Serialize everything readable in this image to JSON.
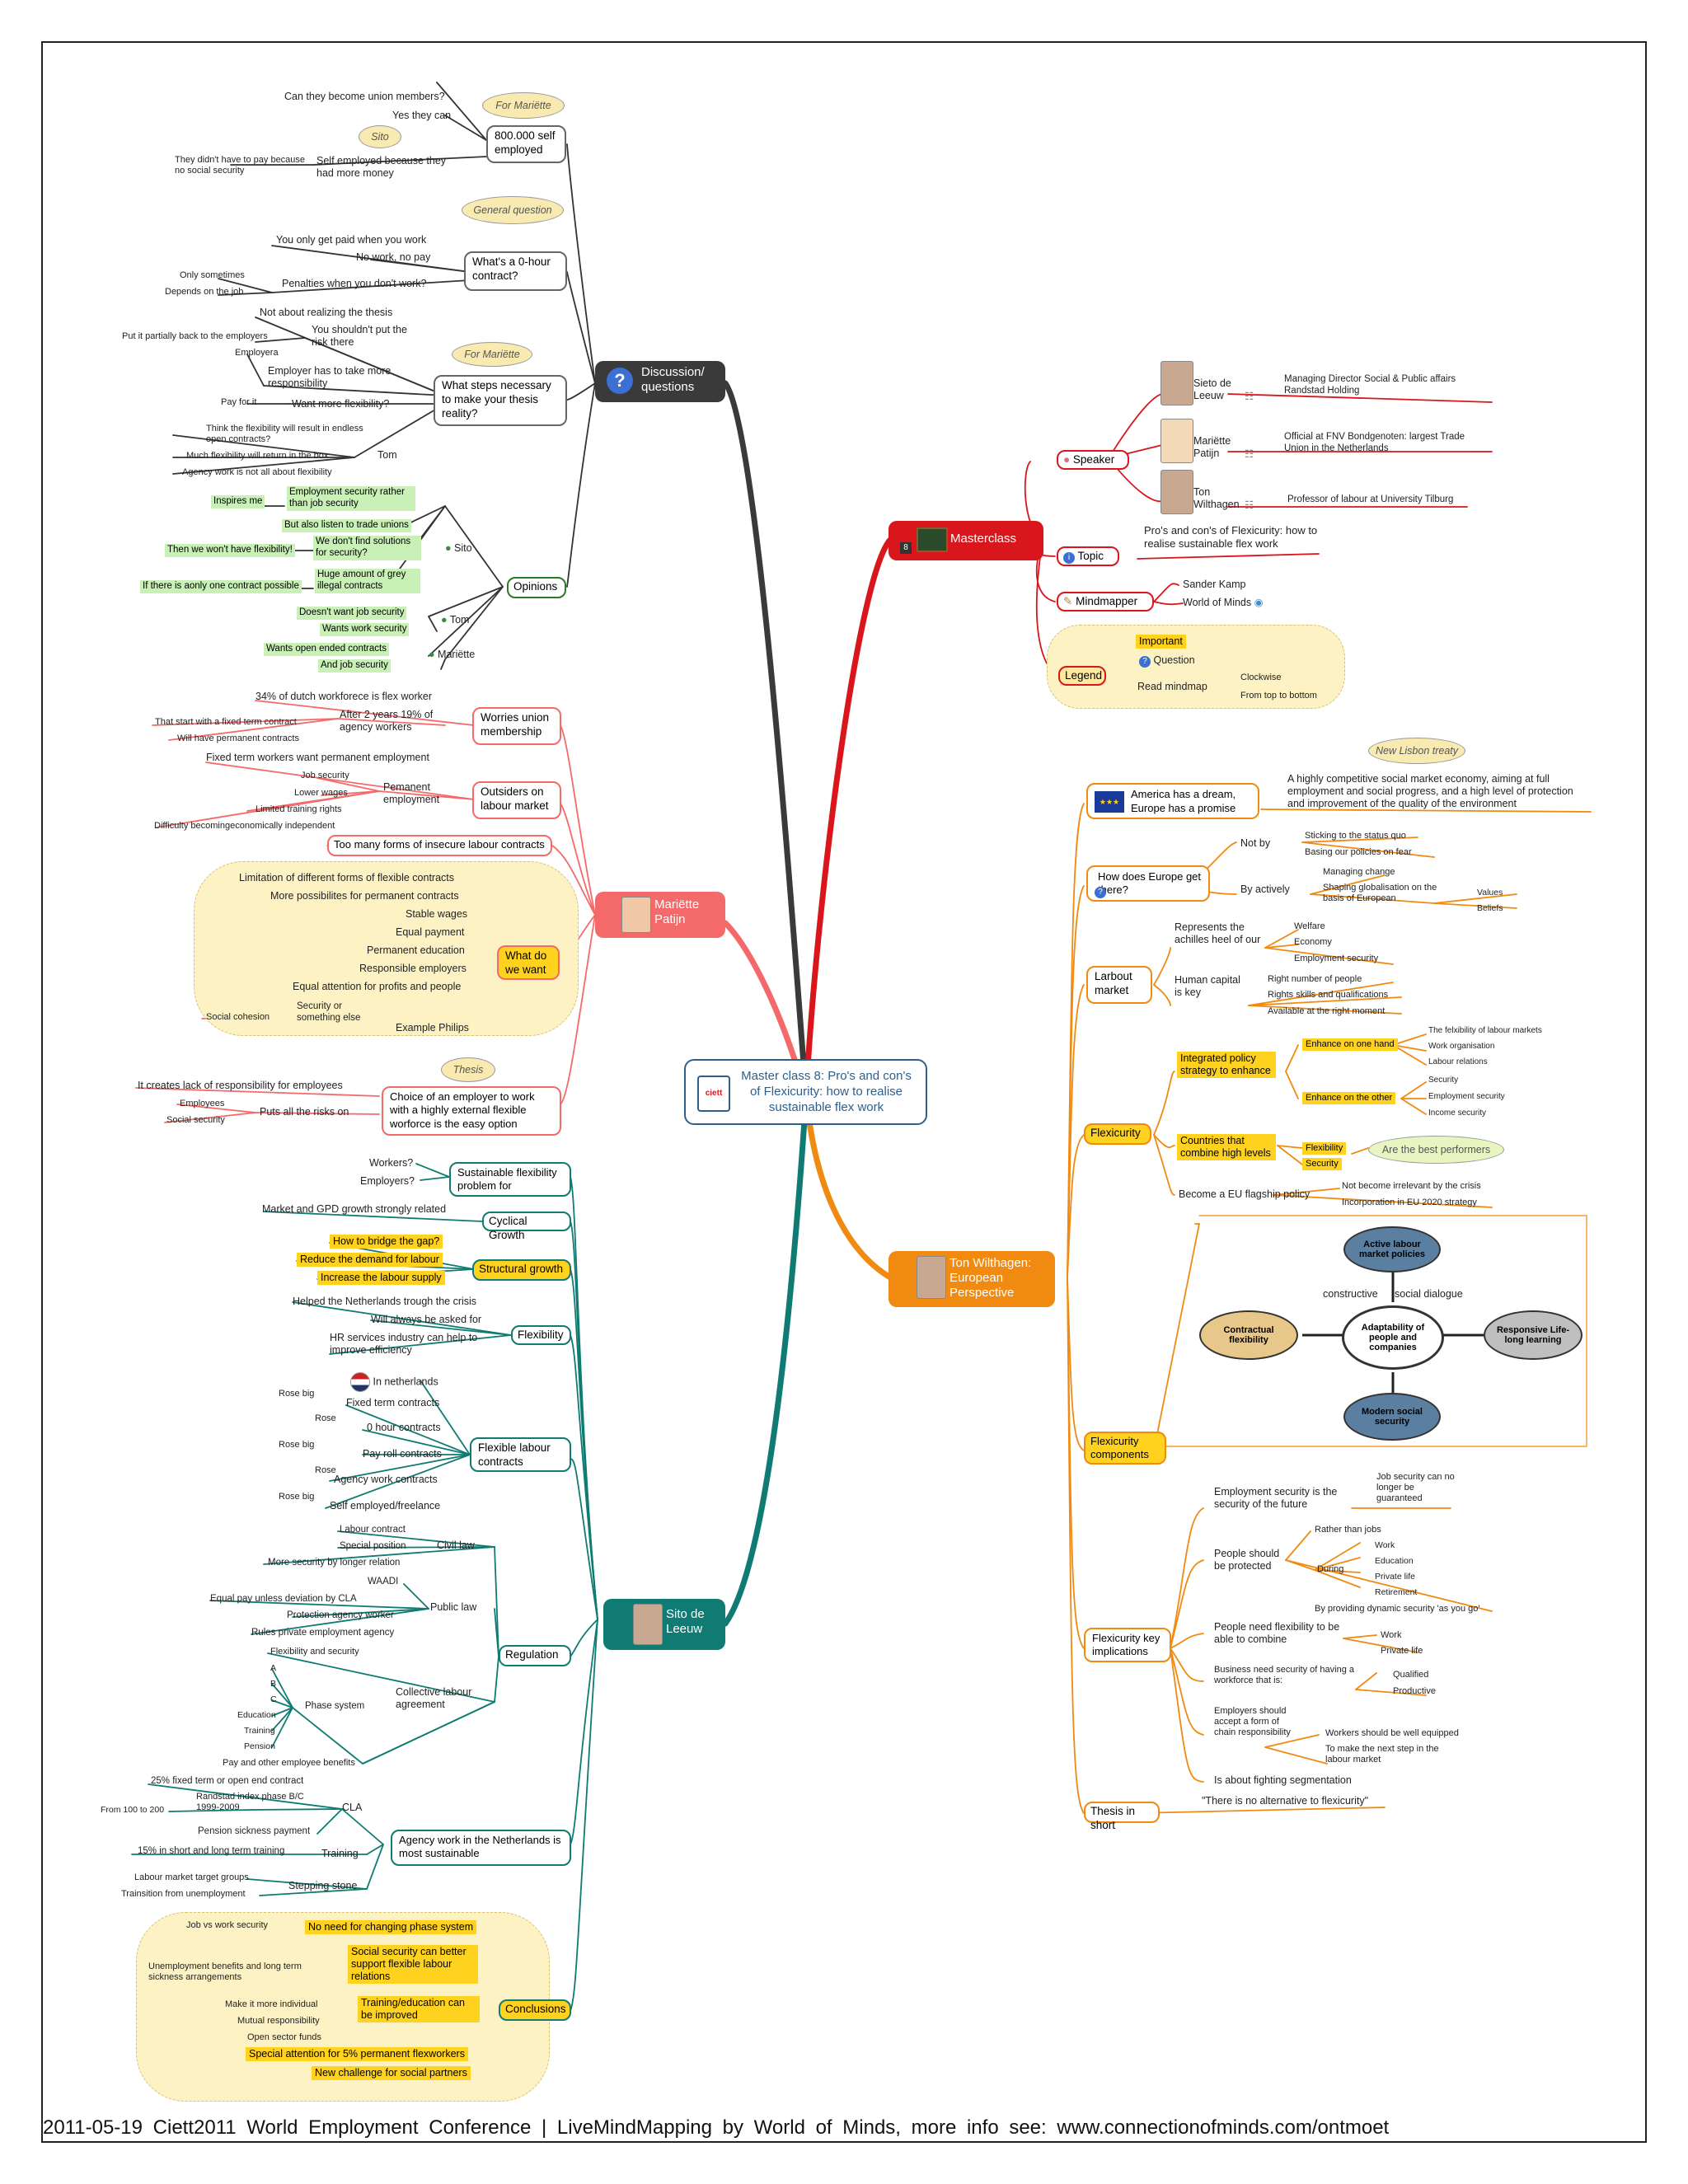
{
  "center": {
    "title": "Master class 8: Pro's and con's of Flexicurity: how to realise sustainable flex work",
    "logo": "ciett"
  },
  "colors": {
    "discussion": "#3a3a3a",
    "masterclass": "#d8161b",
    "mariette": "#f46a6a",
    "ton": "#f08a10",
    "sito": "#0f7b72",
    "highlight": "#ffd21f",
    "cloud": "#fdf2c4"
  },
  "discussion": {
    "label": "Discussion/ questions",
    "icon": "question-icon",
    "self_employed": {
      "label": "800.000 self employed",
      "bubble": "For Mariëtte",
      "q1": "Can they become union members?",
      "q1a": "Yes they can",
      "bubble2": "Sito",
      "q2": "Self employed because they had more money",
      "q2a": "They didn't have to pay because no social security"
    },
    "zero_hour": {
      "label": "What's a 0-hour contract?",
      "bubble": "General question",
      "a1": "You only get paid when you work",
      "a2": "No work, no pay",
      "a3": "Penalties when you don't work?",
      "a3a": "Only sometimes",
      "a3b": "Depends on the job"
    },
    "steps": {
      "label": "What steps necessary to make your thesis reality?",
      "bubble": "For Mariëtte",
      "a1": "Not about realizing the thesis",
      "a2": "You shouldn't put the risk there",
      "a2a": "Put it partially back to the employers",
      "a3": "Employer has to take more responsibility",
      "a3a": "Employera",
      "a4": "Want more flexibility?",
      "a4a": "Pay for it",
      "tom": "Tom",
      "tom1": "Think the flexibility will result in endless open contracts?",
      "tom2": "Much flexibility will return in the box",
      "tom3": "Agency work is not all about flexibility"
    },
    "opinions": {
      "label": "Opinions",
      "sito": "Sito",
      "s1": "Employment security rather than job security",
      "s1n": "Inspires me",
      "s2": "But also listen to trade unions",
      "s3": "We don't find solutions for security?",
      "s3n": "Then we won't have flexibility!",
      "s4": "Huge amount of grey illegal contracts",
      "s4n": "If there is aonly one contract possible",
      "tom": "Tom",
      "t1": "Doesn't want job security",
      "t2": "Wants work security",
      "mariette": "Mariëtte",
      "m1": "Wants open ended contracts",
      "m2": "And job security"
    }
  },
  "mariette": {
    "label": "Mariëtte Patijn",
    "worries": {
      "label": "Worries union membership",
      "a1": "34% of dutch workforece is flex worker",
      "a2": "After 2 years 19% of agency workers",
      "a2a": "That start with a fixed term contract",
      "a2b": "Will have permanent contracts"
    },
    "outsiders": {
      "label": "Outsiders on labour market",
      "a1": "Fixed term workers want permanent employment",
      "perm": "Pemanent employment",
      "p1": "Job security",
      "p2": "Lower wages",
      "p3": "Limited training rights",
      "p4": "Difficulty becomingeconomically independent"
    },
    "too_many": "Too many forms of insecure labour contracts",
    "want": {
      "label": "What do we want",
      "items": [
        "Limitation of different forms of flexible contracts",
        "More possibilites for permanent contracts",
        "Stable wages",
        "Equal payment",
        "Permanent education",
        "Responsible employers",
        "Equal attention for profits and people"
      ],
      "philips": "Example Philips",
      "ph1": "Security or something else",
      "ph1n": "Social cohesion"
    },
    "choice": {
      "label": "Choice of an employer to work with a highly external flexible worforce is the easy option",
      "bubble": "Thesis",
      "a1": "It creates lack of responsibility for employees",
      "a2": "Puts all the risks on",
      "a2a": "Employees",
      "a2b": "Social security"
    }
  },
  "masterclass": {
    "label": "Masterclass",
    "speaker": "Speaker",
    "speakers": [
      {
        "name": "Sieto de Leeuw",
        "desc": "Managing Director Social & Public affairs Randstad Holding"
      },
      {
        "name": "Mariëtte Patijn",
        "desc": "Official at FNV Bondgenoten: largest Trade Union in the Netherlands"
      },
      {
        "name": "Ton Wilthagen",
        "desc": "Professor of labour at University Tilburg"
      }
    ],
    "topic": "Topic",
    "topic_text": "Pro's and con's of Flexicurity: how to realise sustainable flex work",
    "mindmapper": "Mindmapper",
    "mm1": "Sander Kamp",
    "mm2": "World of Minds",
    "legend": "Legend",
    "leg_important": "Important",
    "leg_question": "Question",
    "leg_read": "Read mindmap",
    "leg_r1": "Clockwise",
    "leg_r2": "From top to bottom",
    "badge": "8"
  },
  "ton": {
    "label": "Ton Wilthagen: European Perspective",
    "america": {
      "label": "America has a dream, Europe has a promise",
      "bubble": "New Lisbon treaty",
      "text": "A highly competitive social market economy, aiming at full employment and social progress, and a high level of protection and improvement of the quality of the environment"
    },
    "how": {
      "label": "How does Europe get there?",
      "not": "Not by",
      "n1": "Sticking to the status quo",
      "n2": "Basing our policies on fear",
      "active": "By actively",
      "a1": "Managing change",
      "a2": "Shaping globalisation on the basis of European",
      "v1": "Values",
      "v2": "Beliefs"
    },
    "labour": {
      "label": "Larbout market",
      "achilles": "Represents the achilles heel of our",
      "ac1": "Welfare",
      "ac2": "Economy",
      "ac3": "Employment security",
      "human": "Human capital is key",
      "h1": "Right number of people",
      "h2": "Rights skills and qualifications",
      "h3": "Available at the right moment"
    },
    "flexicurity": {
      "label": "Flexicurity",
      "integrated": "Integrated policy strategy to enhance",
      "hand1": "Enhance on one hand",
      "h1a": "The felxibility of labour markets",
      "h1b": "Work organisation",
      "h1c": "Labour relations",
      "hand2": "Enhance on the other",
      "h2a": "Security",
      "h2b": "Employment security",
      "h2c": "Income security",
      "countries": "Countries that combine high levels",
      "flex": "Flexibility",
      "sec": "Security",
      "best": "Are the best performers",
      "flagship": "Become a EU flagship policy",
      "f1": "Not become irrelevant by the crisis",
      "f2": "Incorporation in EU 2020 strategy"
    },
    "components": {
      "label": "Flexicurity components",
      "top": "Active labour market policies",
      "center": "Adaptability of people and companies",
      "left": "Contractual flexibility",
      "right": "Responsive Life-long learning",
      "bottom": "Modern social security",
      "c1": "constructive",
      "c2": "social dialogue"
    },
    "implications": {
      "label": "Flexicurity key implications",
      "i1": "Employment security is the security of the future",
      "i1a": "Job security can no longer be guaranteed",
      "i2": "People should be protected",
      "i2a": "Rather than jobs",
      "during": "During",
      "d1": "Work",
      "d2": "Education",
      "d3": "Private life",
      "d4": "Retirement",
      "i2b": "By providing dynamic security 'as you go'",
      "i3": "People need flexibility to be able to combine",
      "i3a": "Work",
      "i3b": "Private life",
      "i4": "Business need security of having a workforce that is:",
      "i4a": "Qualified",
      "i4b": "Productive",
      "i5": "Employers should accept a form of chain responsibility",
      "i5a": "Workers should be well equipped",
      "i5b": "To make the next step in the labour market",
      "i6": "Is about fighting segmentation"
    },
    "thesis": {
      "label": "Thesis in short",
      "text": "\"There is no alternative to flexicurity\""
    }
  },
  "sito": {
    "label": "Sito de Leeuw",
    "sustainable": {
      "label": "Sustainable flexibility problem for",
      "a1": "Workers?",
      "a2": "Employers?"
    },
    "cyclical": {
      "label": "Cyclical Growth",
      "a1": "Market and GPD growth strongly related"
    },
    "structural": {
      "label": "Structural growth",
      "a1": "How to bridge the gap?",
      "a2": "Reduce the demand for labour",
      "a3": "Increase the labour supply"
    },
    "flexibility": {
      "label": "Flexibility",
      "a1": "Helped the Netherlands trough the crisis",
      "a2": "Will always be asked for",
      "a3": "HR services industry can help to improve efficiency"
    },
    "contracts": {
      "label": "Flexible labour contracts",
      "nl": "In netherlands",
      "items": [
        [
          "Fixed term contracts",
          "Rose big"
        ],
        [
          "0 hour contracts",
          "Rose"
        ],
        [
          "Pay roll contracts",
          "Rose big"
        ],
        [
          "Agency work contracts",
          "Rose"
        ],
        [
          "Self employed/freelance",
          "Rose big"
        ]
      ]
    },
    "regulation": {
      "label": "Regulation",
      "civil": "Civil law",
      "c1": "Labour contract",
      "c2": "Special position",
      "c3": "More security by longer relation",
      "public": "Public law",
      "p1": "WAADI",
      "p2": "Equal pay unless deviation by CLA",
      "p3": "Protection agency worker",
      "p4": "Rules private employment agency",
      "cla": "Collective labour agreement",
      "cl1": "Flexibility and security",
      "phase": "Phase system",
      "ph": [
        "A",
        "B",
        "C",
        "Education",
        "Training",
        "Pension"
      ],
      "cl2": "Pay and other employee benefits"
    },
    "agency": {
      "label": "Agency work in the Netherlands is most sustainable",
      "cla": "CLA",
      "a1": "25% fixed term or open end contract",
      "a2": "Randstad index phase B/C 1999-2009",
      "a2n": "From 100 to 200",
      "a3": "Pension sickness payment",
      "training": "Training",
      "t1": "15% in short and long term training",
      "stepping": "Stepping stone",
      "s1": "Labour market target groups",
      "s2": "Trainsition from unemployment"
    },
    "conclusions": {
      "label": "Conclusions",
      "c1": "No need for changing phase system",
      "c1n": "Job vs work security",
      "c2": "Social security can better support flexible labour relations",
      "c2n": "Unemployment benefits and long term sickness arrangements",
      "c3": "Training/education can be improved",
      "c3a": "Make it more individual",
      "c3b": "Mutual responsibility",
      "c3c": "Open sector funds",
      "c4": "Special attention for 5% permanent flexworkers",
      "c5": "New challenge for social partners"
    }
  },
  "footer": "2011-05-19 Ciett2011 World Employment Conference | LiveMindMapping by World of Minds, more info see: www.connectionofminds.com/ontmoet"
}
